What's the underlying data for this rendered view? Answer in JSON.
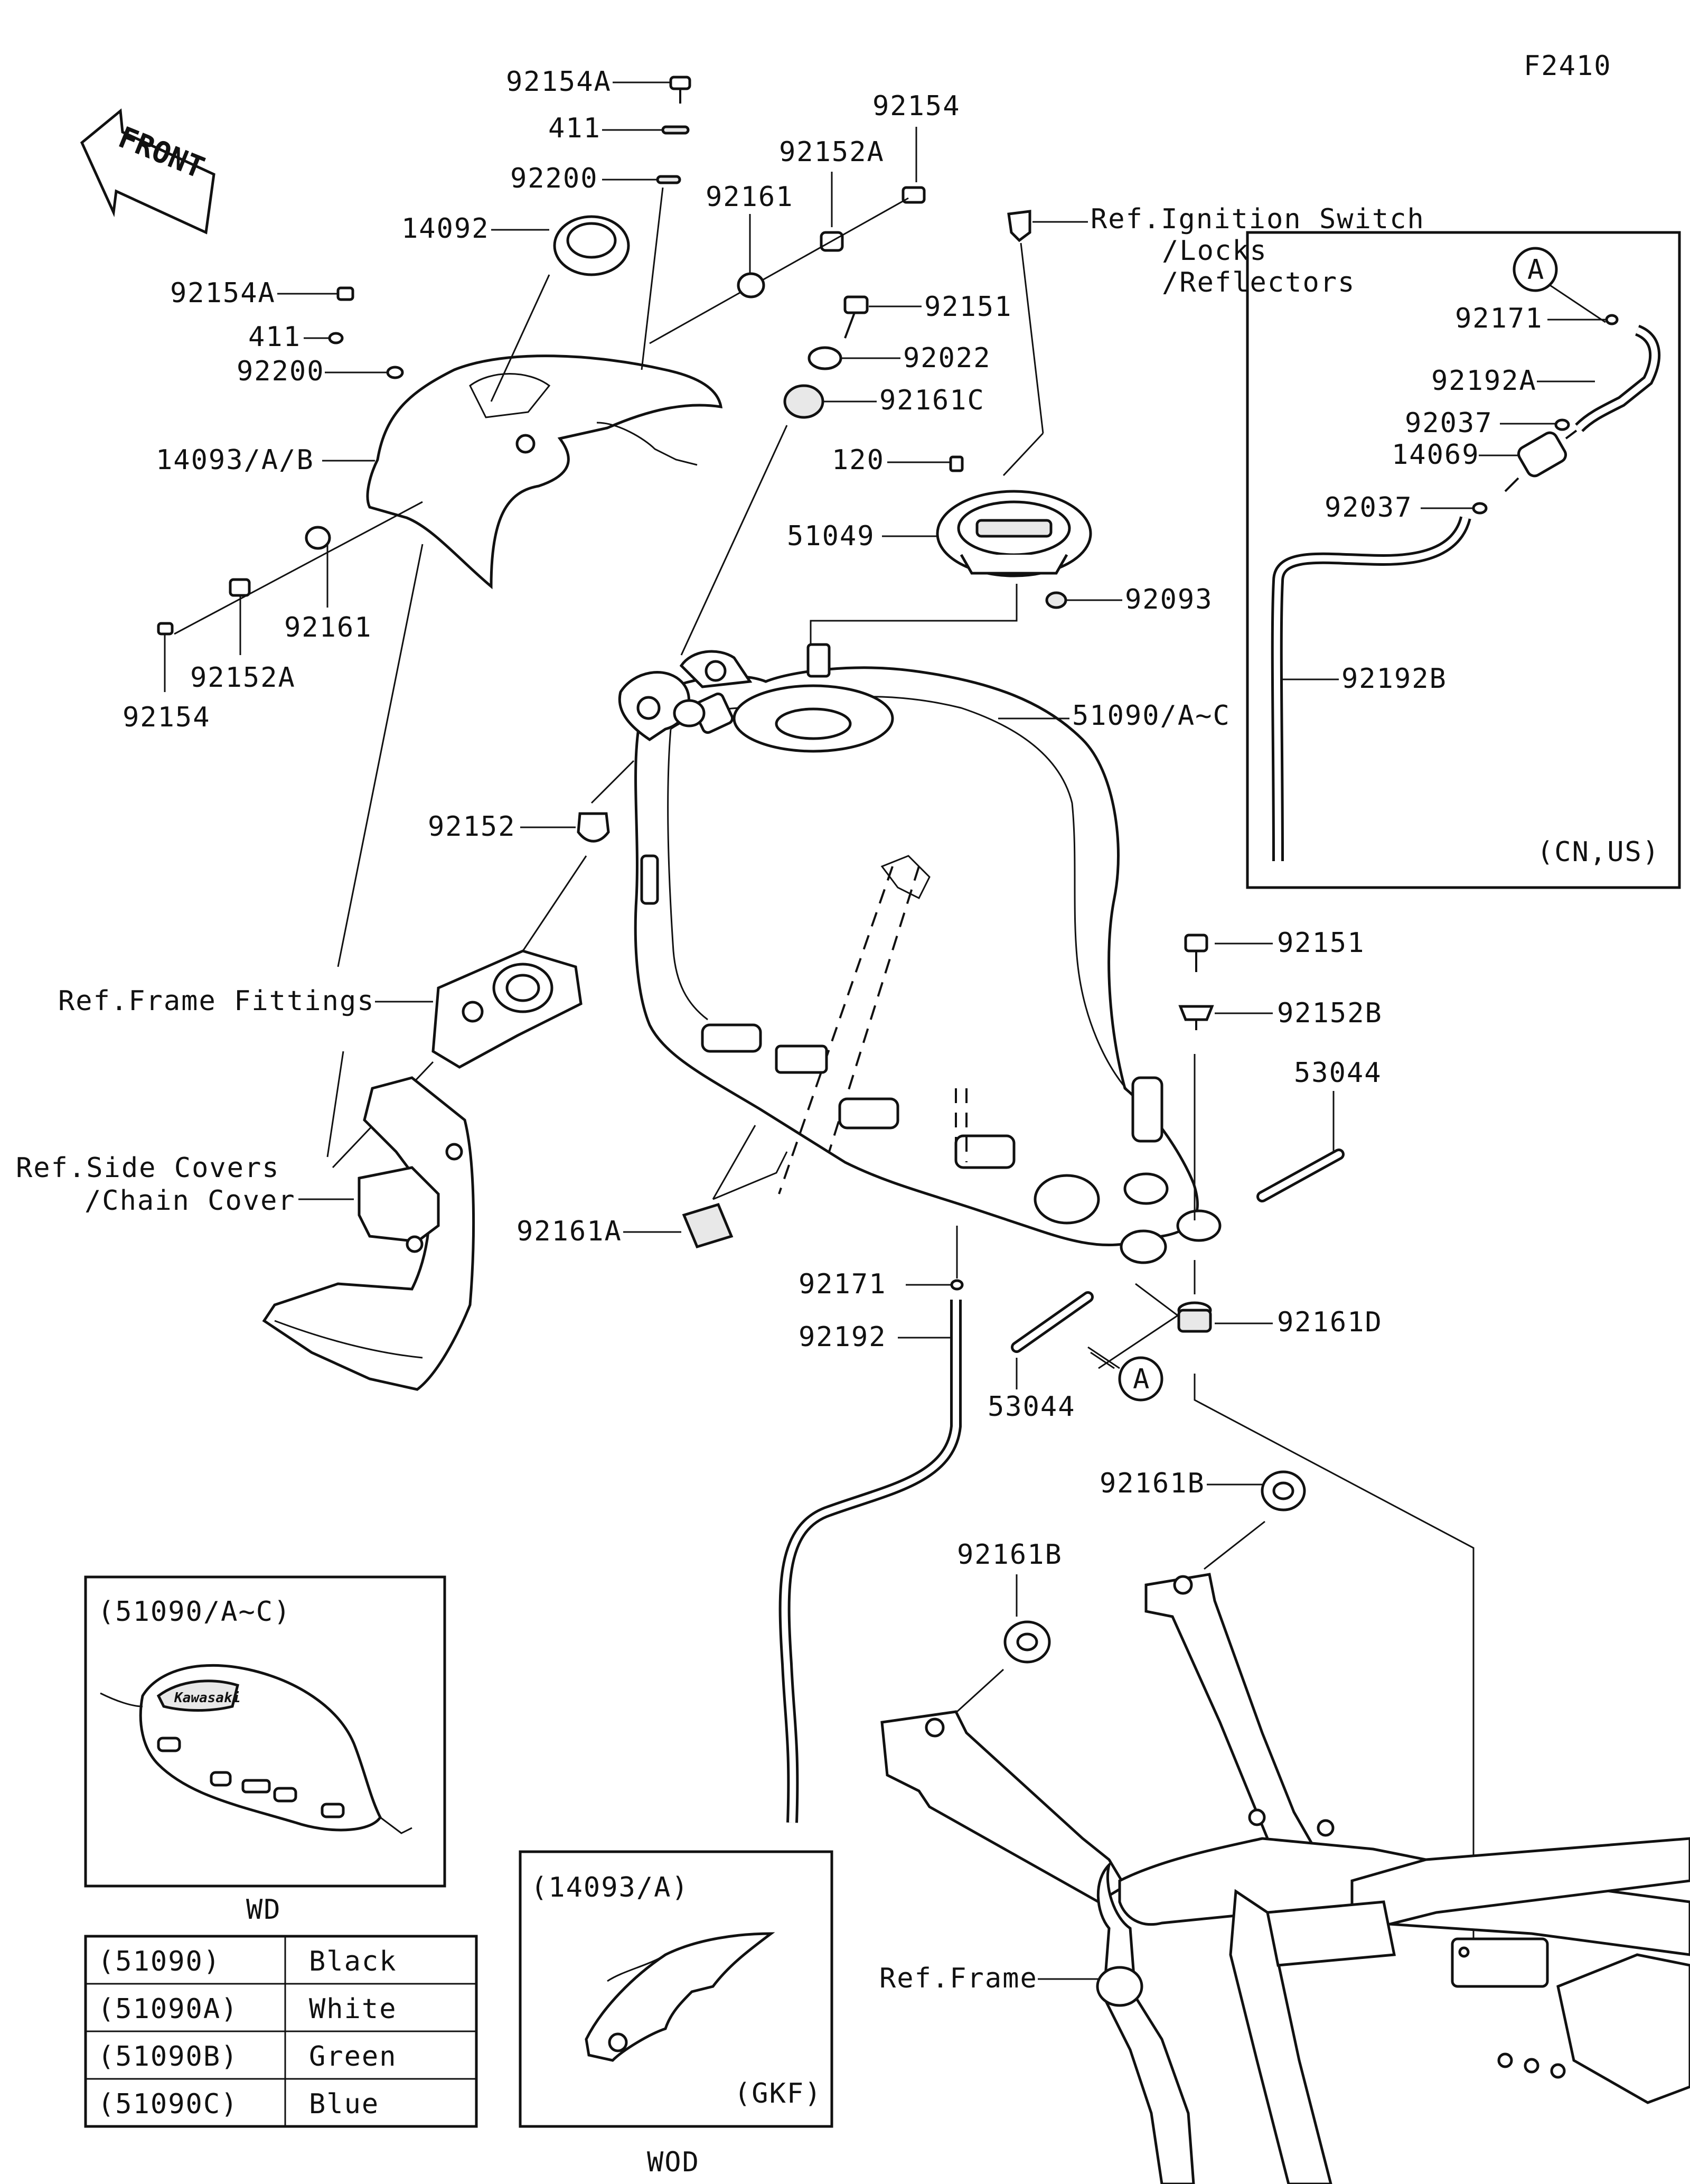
{
  "diagram_code": "F2410",
  "front_label": "FRONT",
  "parts": {
    "p92154A_top": "92154A",
    "p411_top": "411",
    "p92200_top": "92200",
    "p14092": "14092",
    "p92154A_left": "92154A",
    "p411_left": "411",
    "p92200_left": "92200",
    "p14093": "14093/A/B",
    "p92161_left": "92161",
    "p92152A_left": "92152A",
    "p92154_left": "92154",
    "p92154_top": "92154",
    "p92152A_top": "92152A",
    "p92161_top": "92161",
    "p92151_top": "92151",
    "p92022": "92022",
    "p92161C": "92161C",
    "p120": "120",
    "p51049": "51049",
    "p92093": "92093",
    "p51090": "51090/A~C",
    "p92152": "92152",
    "p92161A": "92161A",
    "p92151_right": "92151",
    "p92152B": "92152B",
    "p53044_right": "53044",
    "p92161D": "92161D",
    "p92171_mid": "92171",
    "p92192": "92192",
    "p53044_mid": "53044",
    "p92161B_a": "92161B",
    "p92161B_b": "92161B"
  },
  "references": {
    "ignition_1": "Ref.Ignition Switch",
    "ignition_2": "/Locks",
    "ignition_3": "/Reflectors",
    "frame_fittings": "Ref.Frame Fittings",
    "side_covers_1": "Ref.Side Covers",
    "side_covers_2": "/Chain Cover",
    "frame": "Ref.Frame"
  },
  "callout_marker": "A",
  "inset_cn_us": {
    "marker": "A",
    "p92171": "92171",
    "p92192A": "92192A",
    "p92037_a": "92037",
    "p14069": "14069",
    "p92037_b": "92037",
    "p92192B": "92192B",
    "region": "(CN,US)"
  },
  "inset_wd": {
    "title": "(51090/A~C)",
    "brand": "Kawasaki",
    "caption": "WD"
  },
  "inset_wod": {
    "title": "(14093/A)",
    "region": "(GKF)",
    "caption": "WOD"
  },
  "color_table": [
    {
      "code": "(51090)",
      "color": "Black"
    },
    {
      "code": "(51090A)",
      "color": "White"
    },
    {
      "code": "(51090B)",
      "color": "Green"
    },
    {
      "code": "(51090C)",
      "color": "Blue"
    }
  ]
}
